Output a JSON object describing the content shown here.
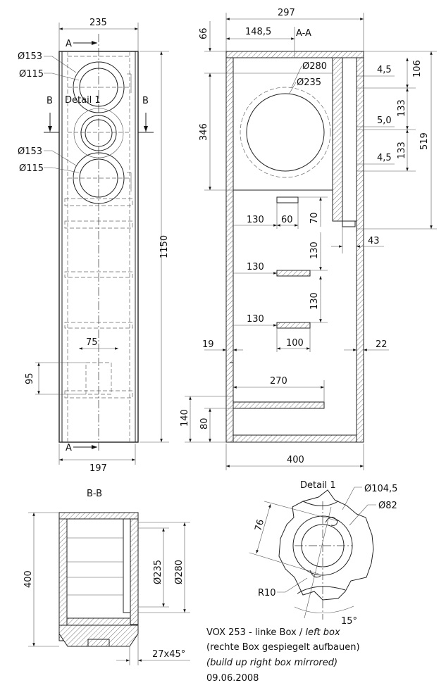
{
  "title_block": {
    "line1_a": "VOX 253 - linke Box / ",
    "line1_b": "left box",
    "line2": "(rechte Box gespiegelt aufbauen)",
    "line3": "(build up right box mirrored)",
    "date": "09.06.2008"
  },
  "front_view": {
    "width": "235",
    "bottom_width": "197",
    "height": "1150",
    "section_a": "A",
    "section_b": "B",
    "detail_label": "Detail 1",
    "woofer_outer": "Ø153",
    "woofer_inner": "Ø115",
    "woofer2_outer": "Ø153",
    "woofer2_inner": "Ø115",
    "terminal_w": "75",
    "terminal_h": "95"
  },
  "section_aa": {
    "title": "A-A",
    "depth": "297",
    "half_depth": "148,5",
    "top_offset": "66",
    "chamber_h": "346",
    "driver_outer": "Ø280",
    "driver_inner": "Ø235",
    "gap1": "4,5",
    "gap2": "5,0",
    "gap3": "4,5",
    "seg1": "106",
    "seg2": "133",
    "seg3": "133",
    "baffle_h": "519",
    "brace_offset1": "130",
    "brace_w1": "60",
    "brace_gap1": "70",
    "brace_gap2": "130",
    "brace_offset2": "130",
    "brace_gap3": "130",
    "brace_offset3": "130",
    "brace_w3": "100",
    "baffle_t": "43",
    "wall_l": "19",
    "wall_r": "22",
    "shelf_w": "270",
    "bottom1": "140",
    "bottom2": "80",
    "total_depth": "400"
  },
  "section_bb": {
    "title": "B-B",
    "depth": "400",
    "d1": "Ø235",
    "d2": "Ø280",
    "chamfer": "27x45°"
  },
  "detail": {
    "title": "Detail 1",
    "d_outer": "Ø104,5",
    "d_inner": "Ø82",
    "dist": "76",
    "radius": "R10",
    "angle": "15°"
  }
}
